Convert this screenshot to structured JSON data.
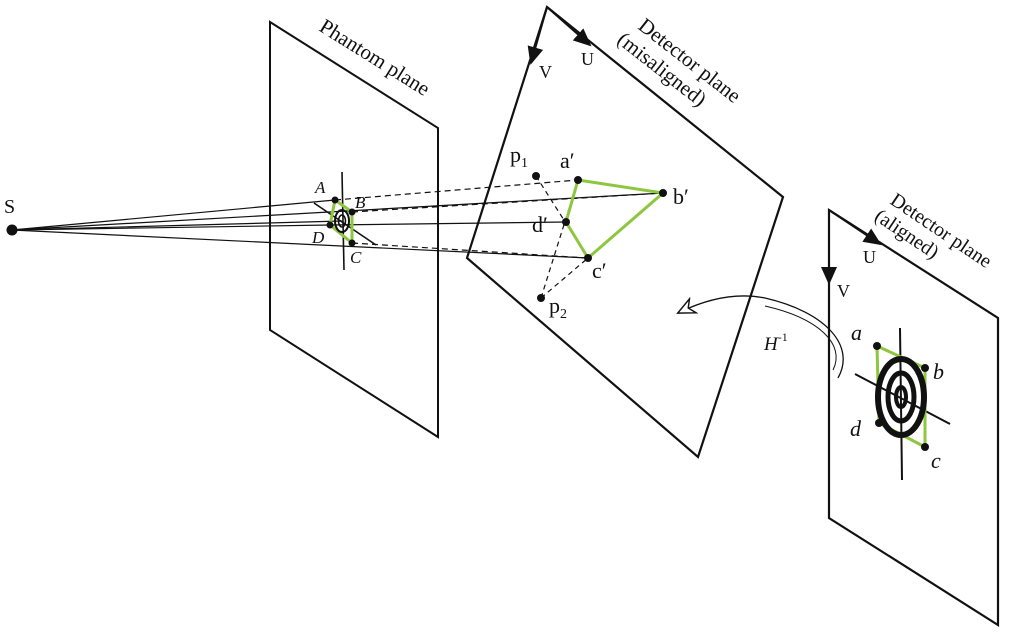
{
  "colors": {
    "ink": "#111111",
    "highlight": "#8dc63f",
    "background": "#ffffff"
  },
  "source": {
    "label": "S"
  },
  "phantom_plane": {
    "title": "Phantom plane",
    "points": {
      "A": "A",
      "B": "B",
      "C": "C",
      "D": "D"
    }
  },
  "detector_misaligned": {
    "title_line1": "Detector plane",
    "title_line2": "(misaligned)",
    "axis_u": "U",
    "axis_v": "V",
    "points": {
      "a": "a′",
      "b": "b′",
      "c": "c′",
      "d": "d′",
      "p1_base": "p",
      "p1_sub": "1",
      "p2_base": "p",
      "p2_sub": "2"
    }
  },
  "detector_aligned": {
    "title_line1": "Detector plane",
    "title_line2": "(aligned)",
    "axis_u": "U",
    "axis_v": "V",
    "points": {
      "a": "a",
      "b": "b",
      "c": "c",
      "d": "d"
    }
  },
  "transform": {
    "base": "H",
    "sup": "-1"
  },
  "icons": {
    "source": "point-source-icon",
    "transform_arrow": "curved-arrow-icon",
    "target": "concentric-target-icon"
  }
}
